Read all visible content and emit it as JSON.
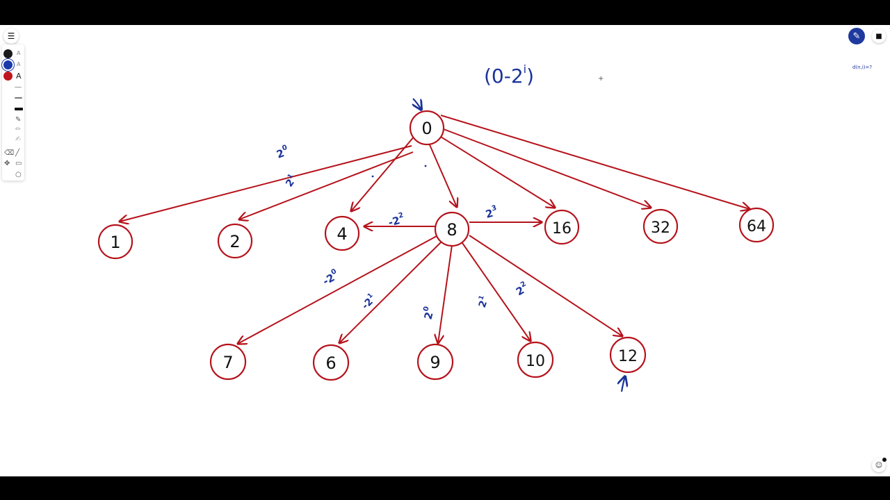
{
  "toolbar": {
    "menu_icon": "hamburger-menu-icon",
    "colors": [
      "#1a1a1a",
      "#1a3aa8",
      "#c0161e"
    ],
    "text_sample_small": "A",
    "text_sample_mid": "A",
    "text_sample_large": "A",
    "tools": [
      "pencil-icon",
      "highlighter-icon",
      "marker-icon",
      "eraser-icon",
      "line-icon",
      "move-icon",
      "rectangle-icon",
      "circle-icon"
    ]
  },
  "top_right": {
    "pen_icon": "pen-icon",
    "sticky_note_icon": "sticky-note-icon"
  },
  "bottom_right": {
    "user_icon": "user-icon"
  },
  "canvas": {
    "title": "(0-2ⁱ)",
    "title_base": "(0-2",
    "title_exp": "i",
    "title_close": ")",
    "corner_note": "d(n,i)=?",
    "crosshair": "+",
    "nodes": [
      "0",
      "1",
      "2",
      "4",
      "8",
      "16",
      "32",
      "64",
      "7",
      "6",
      "9",
      "10",
      "12"
    ],
    "edge_labels": [
      {
        "base": "2",
        "exp": "0"
      },
      {
        "base": "2",
        "exp": "1"
      },
      {
        "base": "-2",
        "exp": "2"
      },
      {
        "base": "2",
        "exp": "3"
      },
      {
        "base": "-2",
        "exp": "0"
      },
      {
        "base": "-2",
        "exp": "1"
      },
      {
        "base": "2",
        "exp": "0"
      },
      {
        "base": "2",
        "exp": "1"
      },
      {
        "base": "2",
        "exp": "2"
      }
    ]
  },
  "colors": {
    "edge": "#b5121b",
    "ink_blue": "#1a3399",
    "node_text": "#111111"
  }
}
